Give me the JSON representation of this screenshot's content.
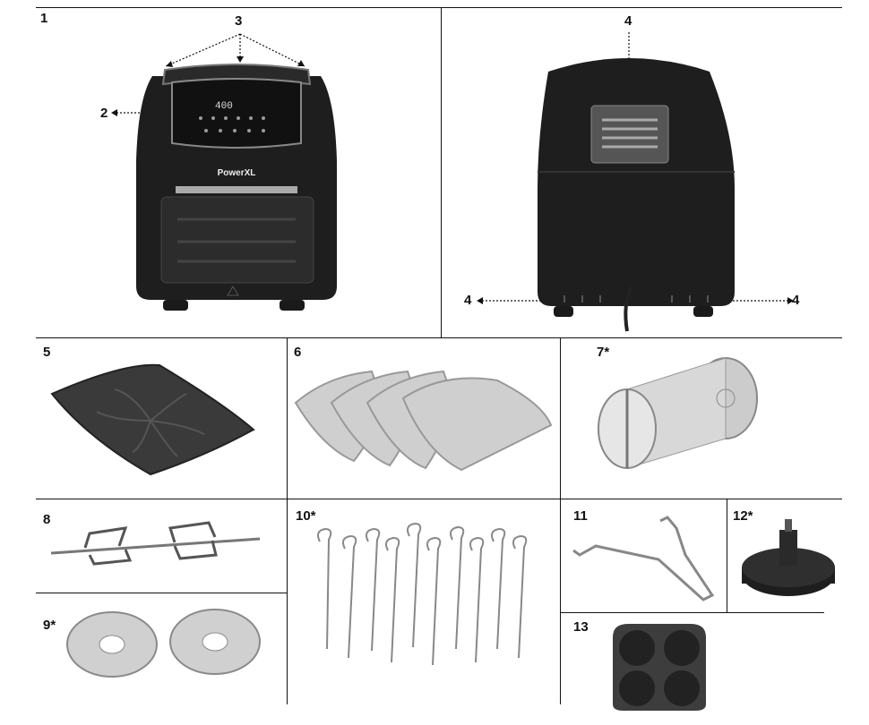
{
  "panels": {
    "p1": {
      "number": "1",
      "callouts": {
        "handle": "3",
        "panel": "2"
      },
      "display": "400",
      "brand": "PowerXL"
    },
    "p1b": {
      "callouts": {
        "vent": "4",
        "left": "4",
        "right": "4"
      }
    },
    "p5": {
      "number": "5"
    },
    "p6": {
      "number": "6"
    },
    "p7": {
      "number": "7*"
    },
    "p8": {
      "number": "8"
    },
    "p9": {
      "number": "9*"
    },
    "p10": {
      "number": "10*"
    },
    "p11": {
      "number": "11"
    },
    "p12": {
      "number": "12*"
    },
    "p13": {
      "number": "13"
    }
  },
  "colors": {
    "ink": "#111111",
    "appliance": "#1e1e1e",
    "metal": "#b9b9b9",
    "tray": "#3a3a3a"
  }
}
